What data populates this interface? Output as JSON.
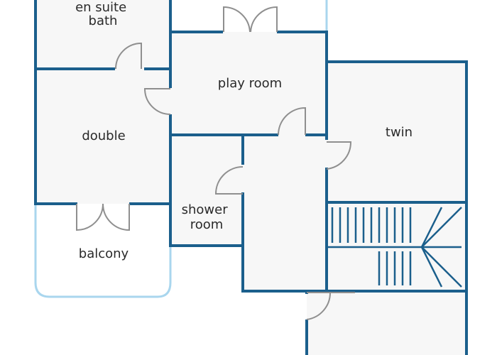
{
  "floor_plan": {
    "rooms": {
      "en_suite_bath": [
        "en suite",
        "bath"
      ],
      "play_room": "play room",
      "double": "double",
      "twin": "twin",
      "shower_room": [
        "shower",
        "room"
      ],
      "balcony": "balcony"
    },
    "colors": {
      "wall": "#1b5f8c",
      "balcony_outline": "#a9d6ee",
      "door_swing": "#8f8f8f",
      "room_fill": "#f7f7f7",
      "label": "#2a2a2a"
    }
  }
}
